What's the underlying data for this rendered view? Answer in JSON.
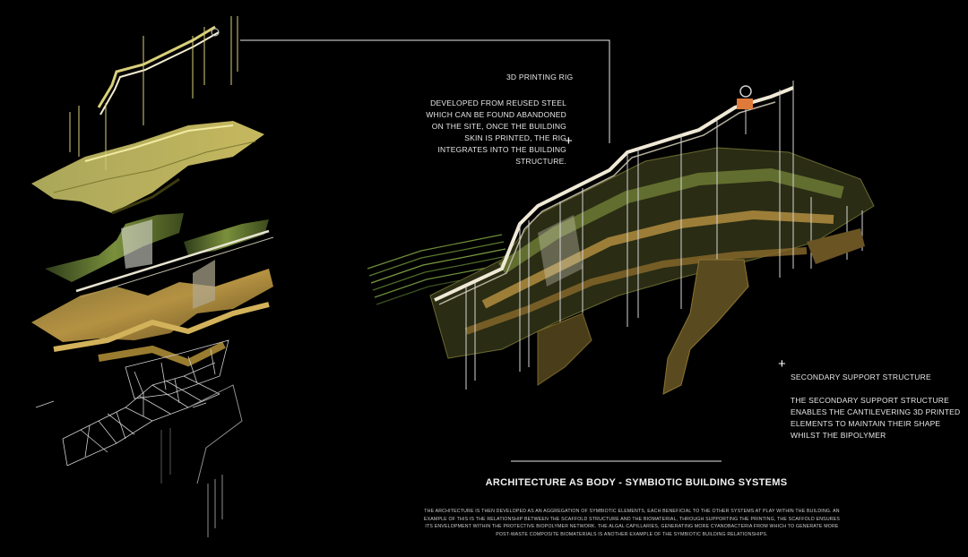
{
  "annotations": {
    "rig": {
      "title": "3D PRINTING RIG",
      "body": "DEVELOPED FROM REUSED STEEL WHICH CAN BE FOUND ABANDONED ON THE SITE, ONCE THE BUILDING SKIN IS PRINTED, THE RIG INTEGRATES INTO THE BUILDING STRUCTURE."
    },
    "secondary": {
      "title": "SECONDARY SUPPORT STRUCTURE",
      "body": "THE SECONDARY SUPPORT STRUCTURE ENABLES THE CANTILEVERING 3D PRINTED ELEMENTS TO MAINTAIN THEIR SHAPE WHILST THE BIPOLYMER"
    }
  },
  "section": {
    "title": "ARCHITECTURE AS BODY - SYMBIOTIC BUILDING SYSTEMS",
    "body": "THE ARCHITECTURE IS THEN DEVELOPED AS AN AGGREGATION OF SYMBIOTIC ELEMENTS, EACH BENEFICIAL TO THE OTHER SYSTEMS AT PLAY WITHIN THE BUILDING. AN EXAMPLE OF THIS IS THE RELATIONSHIP BETWEEN THE SCAFFOLD STRUCTURE AND THE BIOMATERIAL, THROUGH SUPPORTING THE PRINTING, THE SCAFFOLD ENSURES ITS ENVELOPMENT WITHIN THE PROTECTIVE BIOPOLYMER NETWORK. THE ALGAL CAPILLARIES, GENERATING MORE CYANOBACTERIA FROM WHICH TO GENERATE MORE POST-WASTE COMPOSITE BIOMATERIALS IS ANOTHER EXAMPLE OF THE SYMBIOTIC BUILDING RELATIONSHIPS."
  },
  "colors": {
    "background": "#000000",
    "ochre": "#c9a24a",
    "moss": "#6f8a3a",
    "pipe": "#e9e4d6",
    "scaffold": "#cfcfcf",
    "accent": "#e07a3a"
  },
  "icons": [
    "plus-marker-icon",
    "plus-marker-icon"
  ]
}
